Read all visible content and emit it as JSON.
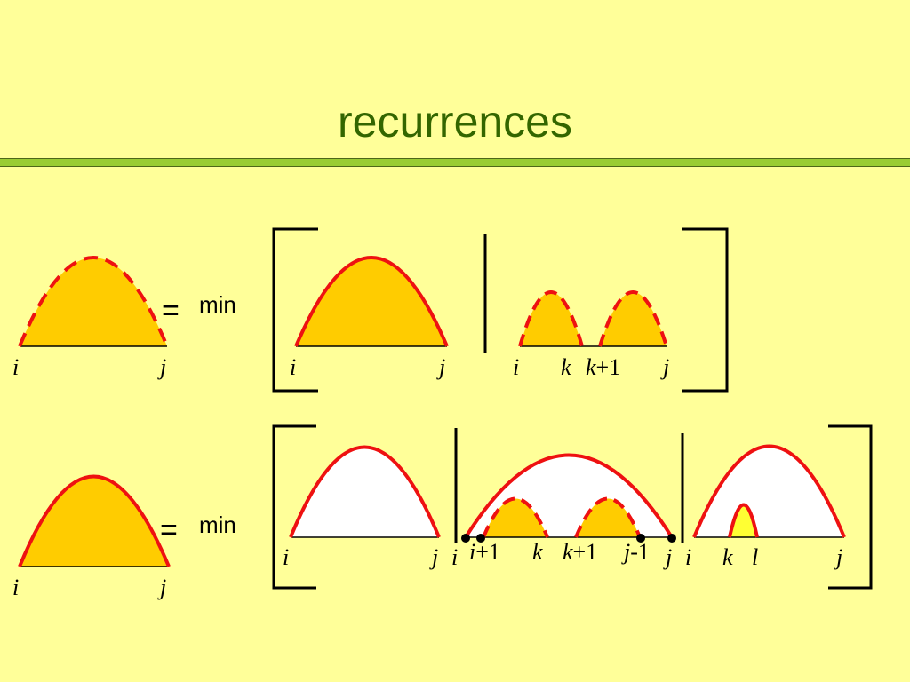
{
  "title": "recurrences",
  "colors": {
    "background": "#ffff99",
    "title": "#336600",
    "rule": "#99cc33",
    "fill": "#ffcc00",
    "arc": "#ee1111",
    "inner_fill_light": "#ffff33"
  },
  "row1": {
    "equals": "=",
    "min": "min",
    "lhs": {
      "i": "i",
      "j": "j"
    },
    "case1": {
      "i": "i",
      "j": "j"
    },
    "case2": {
      "i": "i",
      "k": "k",
      "k1_var": "k",
      "k1_rest": "+1",
      "j": "j"
    }
  },
  "row2": {
    "equals": "=",
    "min": "min",
    "lhs": {
      "i": "i",
      "j": "j"
    },
    "case1": {
      "i": "i",
      "j": "j"
    },
    "case2": {
      "i": "i",
      "i1_var": "i",
      "i1_rest": "+1",
      "k": "k",
      "k1_var": "k",
      "k1_rest": "+1",
      "j1_var": "j",
      "j1_rest": "-1",
      "j": "j"
    },
    "case3": {
      "i": "i",
      "k": "k",
      "l": "l",
      "j": "j"
    }
  }
}
